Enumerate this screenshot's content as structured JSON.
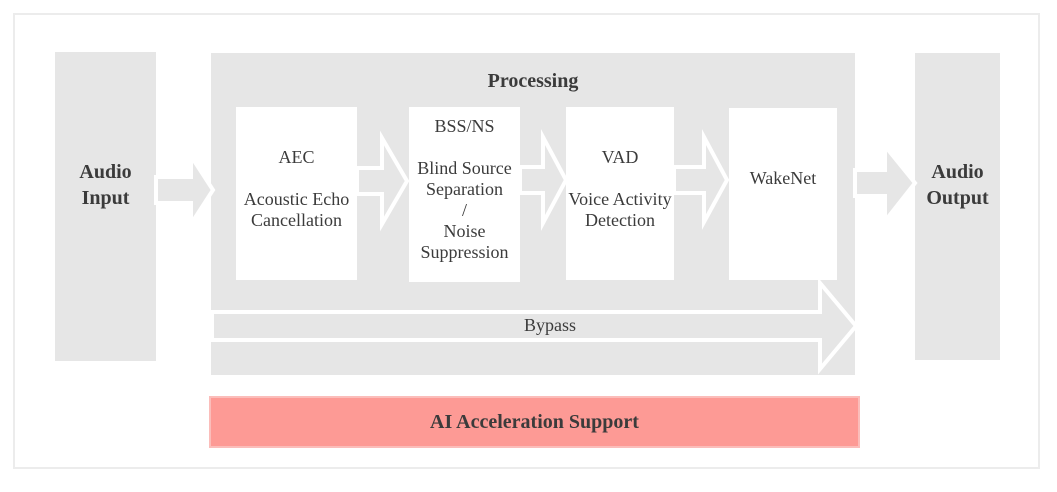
{
  "colors": {
    "panel_gray": "#e6e6e6",
    "box_white": "#ffffff",
    "accent_pink": "#fd9a95",
    "text": "#3b3b3b",
    "frame_border": "#ececec",
    "arrow_outline": "#ffffff"
  },
  "input": {
    "label": "Audio\nInput"
  },
  "output": {
    "label": "Audio\nOutput"
  },
  "processing": {
    "title": "Processing",
    "stages": [
      {
        "title": "AEC",
        "subtitle": "Acoustic Echo\nCancellation"
      },
      {
        "title": "BSS/NS",
        "subtitle": "Blind Source\nSeparation\n/\nNoise\nSuppression"
      },
      {
        "title": "VAD",
        "subtitle": "Voice Activity\nDetection"
      },
      {
        "title": "WakeNet",
        "subtitle": ""
      }
    ],
    "bypass_label": "Bypass"
  },
  "acceleration": {
    "label": "AI Acceleration Support"
  },
  "icons": {
    "flow_arrow": "right-block-arrow",
    "bypass_arrow": "long-right-block-arrow"
  }
}
